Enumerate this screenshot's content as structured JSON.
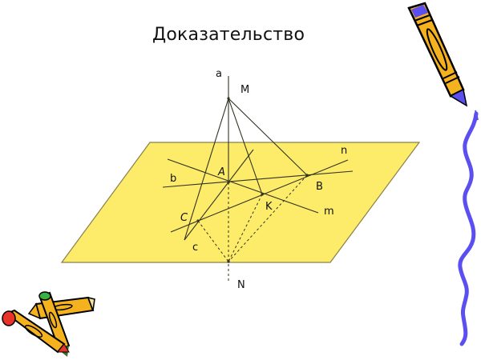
{
  "slide": {
    "title": "Доказательство"
  },
  "diagram": {
    "plane_color": "#fdeb6a",
    "plane_border_color": "#8a7f4a",
    "line_color": "#333322",
    "labels": {
      "a": "a",
      "M": "M",
      "n": "n",
      "b": "b",
      "A": "A",
      "B": "B",
      "K": "K",
      "m": "m",
      "C": "C",
      "c": "c",
      "N": "N"
    }
  },
  "decorations": {
    "top_right": "pencil-clipart",
    "bottom_left": "crossed-pencils-clipart",
    "right_edge": "purple-wavy-line",
    "accent_purple": "#5b4ff0",
    "accent_orange": "#f5b21f"
  }
}
